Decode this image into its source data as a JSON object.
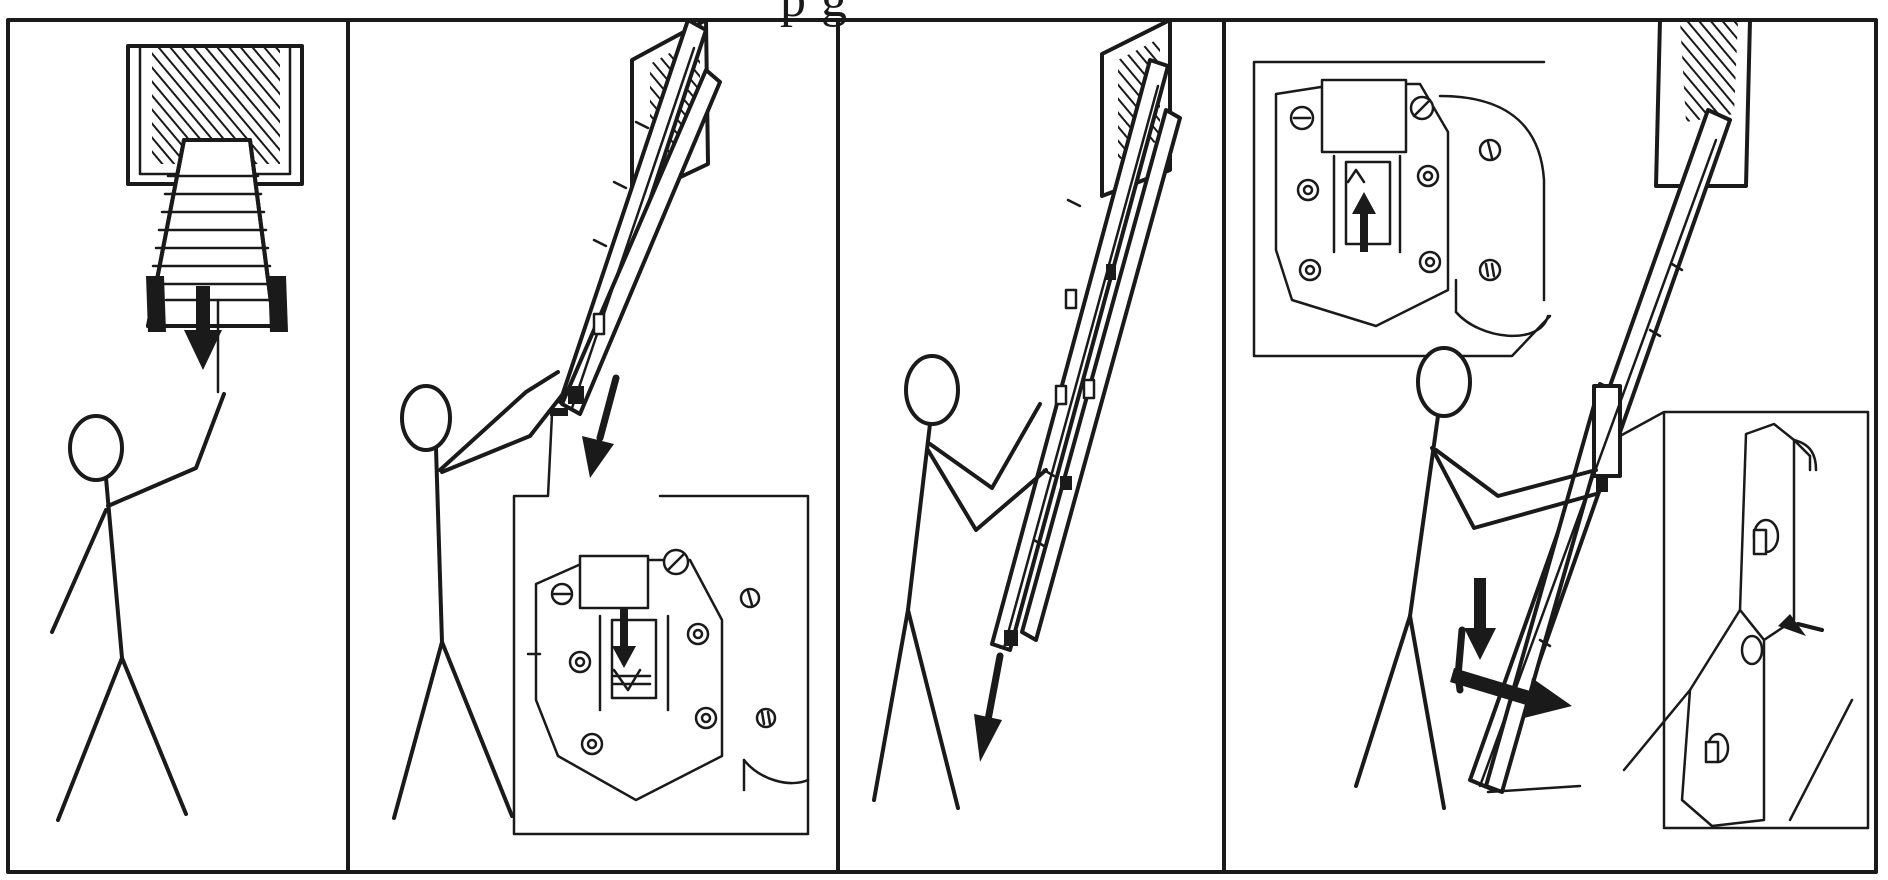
{
  "title_fragment": "p  g",
  "panels": [
    {
      "id": "panel-1",
      "caption": ""
    },
    {
      "id": "panel-2",
      "caption": ""
    },
    {
      "id": "panel-3",
      "caption": ""
    },
    {
      "id": "panel-4",
      "caption": ""
    }
  ],
  "colors": {
    "ink": "#1a1a1a",
    "paper": "#ffffff"
  },
  "icons": [
    "down-arrow-icon",
    "up-arrow-icon",
    "right-arrow-icon",
    "left-arrow-icon",
    "hatching-icon",
    "screw-icon"
  ]
}
